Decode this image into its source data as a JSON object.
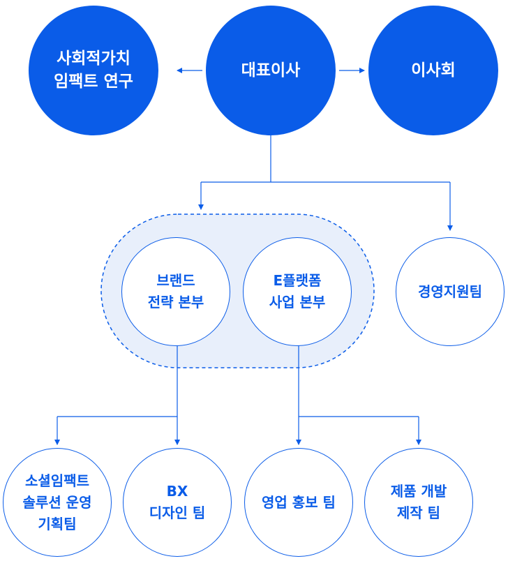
{
  "colors": {
    "primary": "#0a5ce8",
    "group_fill": "#e8effb",
    "white": "#ffffff"
  },
  "top": {
    "ceo": "대표이사",
    "left": "사회적가치\n임팩트 연구",
    "right": "이사회"
  },
  "divisions": {
    "brand": "브랜드\n전략 본부",
    "platform": "E플랫폼\n사업 본부",
    "management": "경영지원팀"
  },
  "teams": {
    "social": "소셜임팩트\n솔루션 운영\n기획팀",
    "bx": "BX\n디자인 팀",
    "sales": "영업 홍보 팀",
    "product": "제품 개발\n제작 팀"
  }
}
